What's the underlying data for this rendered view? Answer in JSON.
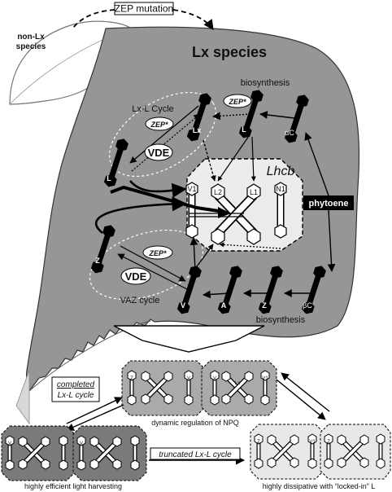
{
  "top": {
    "zep_mutation": "ZEP mutation",
    "non_lx_line1": "non-Lx",
    "non_lx_line2": "species",
    "lx_species": "Lx species"
  },
  "labels": {
    "biosynthesis_top": "biosynthesis",
    "biosynthesis_bottom": "biosynthesis",
    "lxl_cycle": "Lx-L Cycle",
    "vaz_cycle": "VAZ cycle",
    "zep_star": "ZEP*",
    "vde": "VDE",
    "lhcb": "Lhcb",
    "phytoene": "phytoene"
  },
  "pigments": {
    "lx": "Lx",
    "l": "L",
    "ac": "αC",
    "v": "V",
    "a": "A",
    "z": "Z",
    "bc": "βC",
    "v1": "V1",
    "l2": "L2",
    "l1": "L1",
    "n1": "N1"
  },
  "bottom": {
    "completed_line1": "completed",
    "completed_line2": "Lx-L cycle",
    "truncated": "truncated Lx-L cycle",
    "npq": "dynamic regulation of NPQ",
    "efficient": "highly efficient light harvesting",
    "dissipative": "highly dissipative with “locked-in” L"
  },
  "mini": {
    "v": "V",
    "l": "L",
    "z": "Z",
    "lx": "Lx",
    "v1": "V1",
    "l1": "L1",
    "l2": "L2"
  }
}
